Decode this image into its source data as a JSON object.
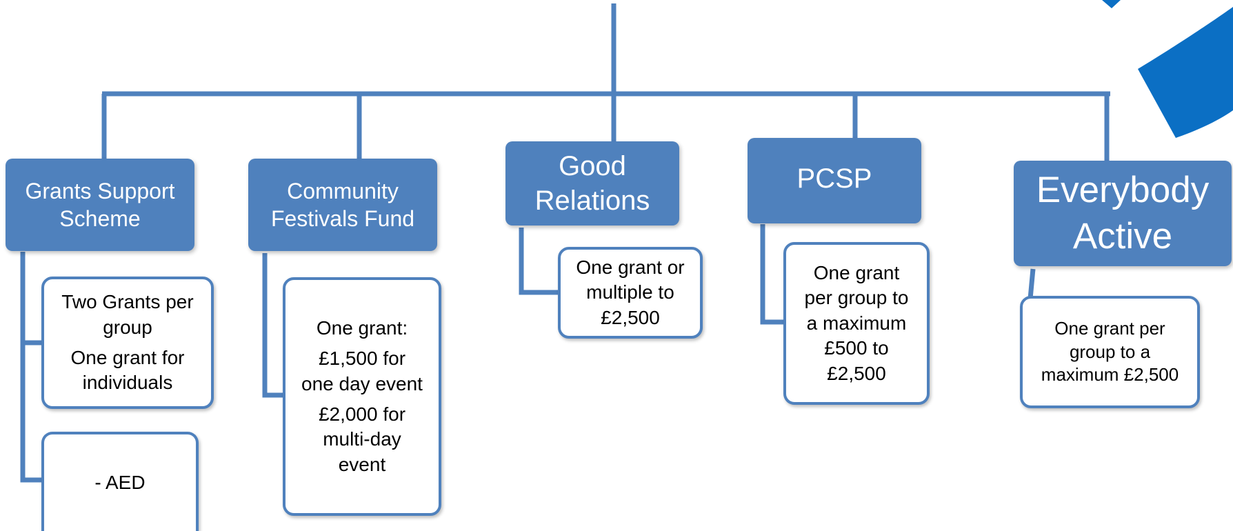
{
  "colors": {
    "box_fill": "#4f81bd",
    "connector": "#4f81bd",
    "card_border": "#4f81bd",
    "accent_shape": "#0b6fc4"
  },
  "categories": [
    {
      "label": "Grants Support\nScheme",
      "cards": [
        [
          "Two Grants per\ngroup",
          "One grant for\nindividuals"
        ],
        [
          "- AED"
        ]
      ]
    },
    {
      "label": "Community\nFestivals Fund",
      "cards": [
        [
          "One grant:",
          "£1,500 for\none day event",
          "£2,000 for\nmulti-day\nevent"
        ]
      ]
    },
    {
      "label": "Good\nRelations",
      "cards": [
        [
          "One grant or\nmultiple to\n£2,500"
        ]
      ]
    },
    {
      "label": "PCSP",
      "cards": [
        [
          "One grant\nper group to\na maximum\n£500 to\n£2,500"
        ]
      ]
    },
    {
      "label": "Everybody\nActive",
      "cards": [
        [
          "One grant per\ngroup to a\nmaximum £2,500"
        ]
      ]
    }
  ]
}
